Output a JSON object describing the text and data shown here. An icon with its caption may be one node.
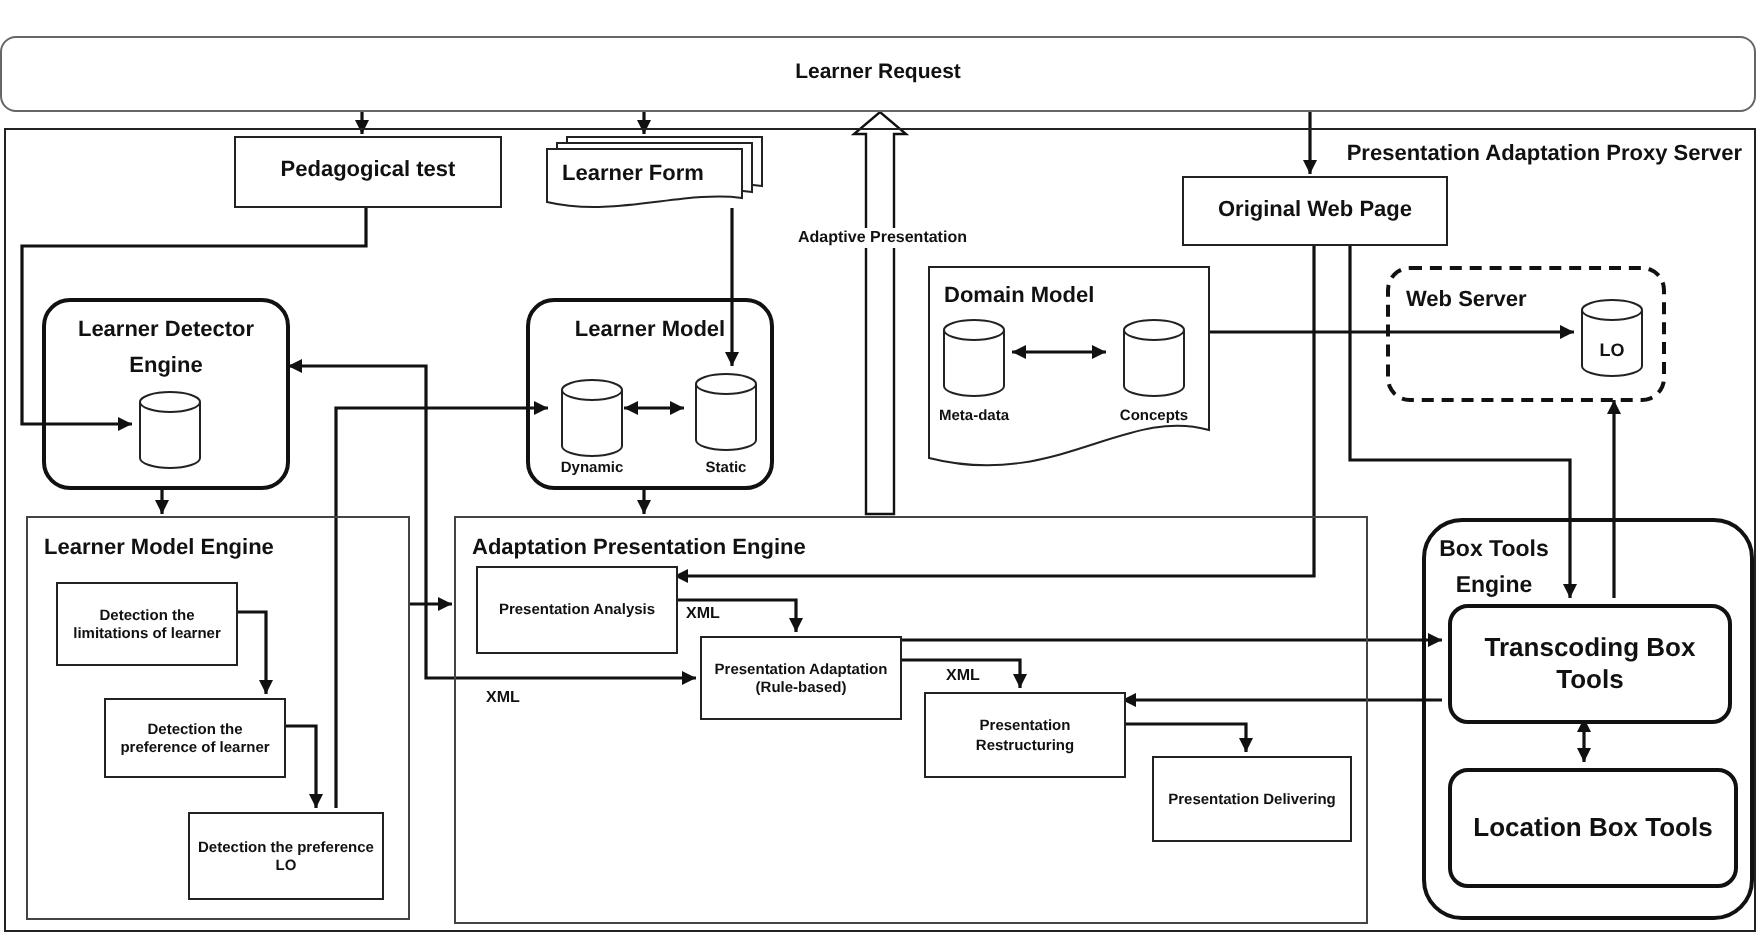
{
  "diagram": {
    "nodes": [
      {
        "text": [
          "Learner Request"
        ]
      },
      {
        "text": [
          "Presentation Adaptation Proxy Server"
        ]
      },
      {
        "text": [
          "Pedagogical test"
        ],
        "in": 1
      },
      {
        "text": [
          "Learner Form"
        ],
        "in": 1
      },
      {
        "text": [
          "Original Web Page"
        ],
        "in": 1
      },
      {
        "text": [
          "Domain Model"
        ],
        "in": 1
      },
      {
        "text": [
          "Meta-data"
        ],
        "in": 5
      },
      {
        "text": [
          "Concepts"
        ],
        "in": 5
      },
      {
        "text": [
          "Web Server"
        ],
        "in": 1
      },
      {
        "text": [
          "LO"
        ],
        "in": 8
      },
      {
        "text": [
          "Learner Detector Engine"
        ],
        "in": 1
      },
      {
        "text": [],
        "shape": "cylinder",
        "in": 10
      },
      {
        "text": [
          "Learner Model"
        ],
        "in": 1
      },
      {
        "text": [
          "Dynamic"
        ],
        "in": 12
      },
      {
        "text": [
          "Static"
        ],
        "in": 12
      },
      {
        "text": [
          "Learner Model Engine"
        ],
        "in": 1
      },
      {
        "text": [
          "Detection the limitations of learner"
        ],
        "in": 15
      },
      {
        "text": [
          "Detection the preference of learner"
        ],
        "in": 15
      },
      {
        "text": [
          "Detection the preference LO"
        ],
        "in": 15
      },
      {
        "text": [
          "Adaptation Presentation Engine"
        ],
        "in": 1
      },
      {
        "text": [
          "Presentation Analysis"
        ],
        "in": 19
      },
      {
        "text": [
          "Presentation Adaptation (Rule-based)"
        ],
        "in": 19
      },
      {
        "text": [
          "Presentation Restructuring"
        ],
        "in": 19
      },
      {
        "text": [
          "Presentation Delivering"
        ],
        "in": 19
      },
      {
        "text": [
          "Box Tools Engine"
        ],
        "in": 1
      },
      {
        "text": [
          "Transcoding Box Tools"
        ],
        "in": 24
      },
      {
        "text": [
          "Location Box Tools"
        ],
        "in": 24
      }
    ],
    "edges": [
      {
        "from": 0,
        "to": 2,
        "arrow": "to"
      },
      {
        "from": 0,
        "to": 3,
        "arrow": "to"
      },
      {
        "from": 0,
        "to": 4,
        "arrow": "to"
      },
      {
        "from": 19,
        "to": 0,
        "arrow": "to",
        "label": "Adaptive Presentation",
        "style": "thick"
      },
      {
        "from": 2,
        "to": 11,
        "arrow": "to"
      },
      {
        "from": 3,
        "to": 14,
        "arrow": "to"
      },
      {
        "from": 10,
        "to": 15,
        "arrow": "to"
      },
      {
        "from": 12,
        "to": 19,
        "arrow": "to"
      },
      {
        "from": 13,
        "to": 14,
        "arrow": "both"
      },
      {
        "from": 6,
        "to": 7,
        "arrow": "both"
      },
      {
        "from": 5,
        "to": 9,
        "arrow": "to"
      },
      {
        "from": 4,
        "to": 20,
        "arrow": "to"
      },
      {
        "from": 4,
        "to": 25,
        "arrow": "to"
      },
      {
        "from": 25,
        "to": 8,
        "arrow": "to"
      },
      {
        "from": 25,
        "to": 26,
        "arrow": "both"
      },
      {
        "from": 18,
        "to": 13,
        "arrow": "to"
      },
      {
        "from": 10,
        "to": 21,
        "arrow": "both",
        "label": "XML"
      },
      {
        "from": 15,
        "to": 19,
        "arrow": "to"
      },
      {
        "from": 20,
        "to": 21,
        "arrow": "to",
        "label": "XML"
      },
      {
        "from": 21,
        "to": 22,
        "arrow": "to",
        "label": "XML"
      },
      {
        "from": 22,
        "to": 23,
        "arrow": "to"
      },
      {
        "from": 16,
        "to": 17,
        "arrow": "to"
      },
      {
        "from": 17,
        "to": 18,
        "arrow": "to"
      },
      {
        "from": 21,
        "to": 25,
        "arrow": "to"
      },
      {
        "from": 25,
        "to": 22,
        "arrow": "to"
      }
    ]
  }
}
